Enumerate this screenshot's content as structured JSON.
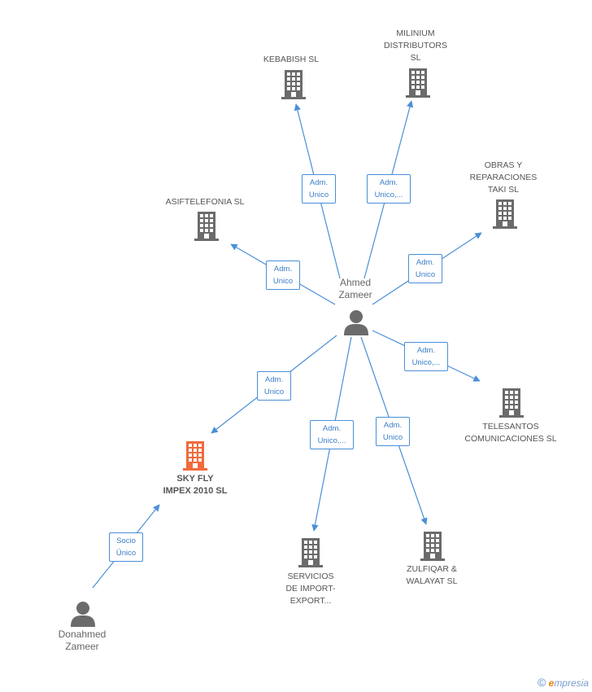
{
  "center_person": {
    "name": "Ahmed\nZameer"
  },
  "secondary_person": {
    "name": "Donahmed\nZameer"
  },
  "companies": {
    "kebabish": "KEBABISH SL",
    "milinium": "MILINIUM\nDISTRIBUTORS\nSL",
    "asiftelefonia": "ASIFTELEFONIA SL",
    "obras": "OBRAS Y\nREPARACIONES\nTAKI SL",
    "skyfly": "SKY FLY\nIMPEX 2010 SL",
    "telesantos": "TELESANTOS\nCOMUNICACIONES SL",
    "servicios": "SERVICIOS\nDE IMPORT-\nEXPORT...",
    "zulfiqar": "ZULFIQAR &\nWALAYAT SL"
  },
  "edge_labels": {
    "kebabish": "Adm.\nUnico",
    "milinium": "Adm.\nUnico,...",
    "asiftelefonia": "Adm.\nUnico",
    "obras": "Adm.\nUnico",
    "telesantos": "Adm.\nUnico,...",
    "skyfly": "Adm.\nUnico",
    "servicios": "Adm.\nUnico,...",
    "zulfiqar": "Adm.\nUnico",
    "socio": "Socio\nÚnico"
  },
  "colors": {
    "edge": "#4a8fd8",
    "building": "#6b6b6b",
    "focus_building": "#f26a3d",
    "person": "#6b6b6b"
  },
  "watermark": {
    "symbol": "©",
    "e": "e",
    "rest": "mpresia"
  }
}
